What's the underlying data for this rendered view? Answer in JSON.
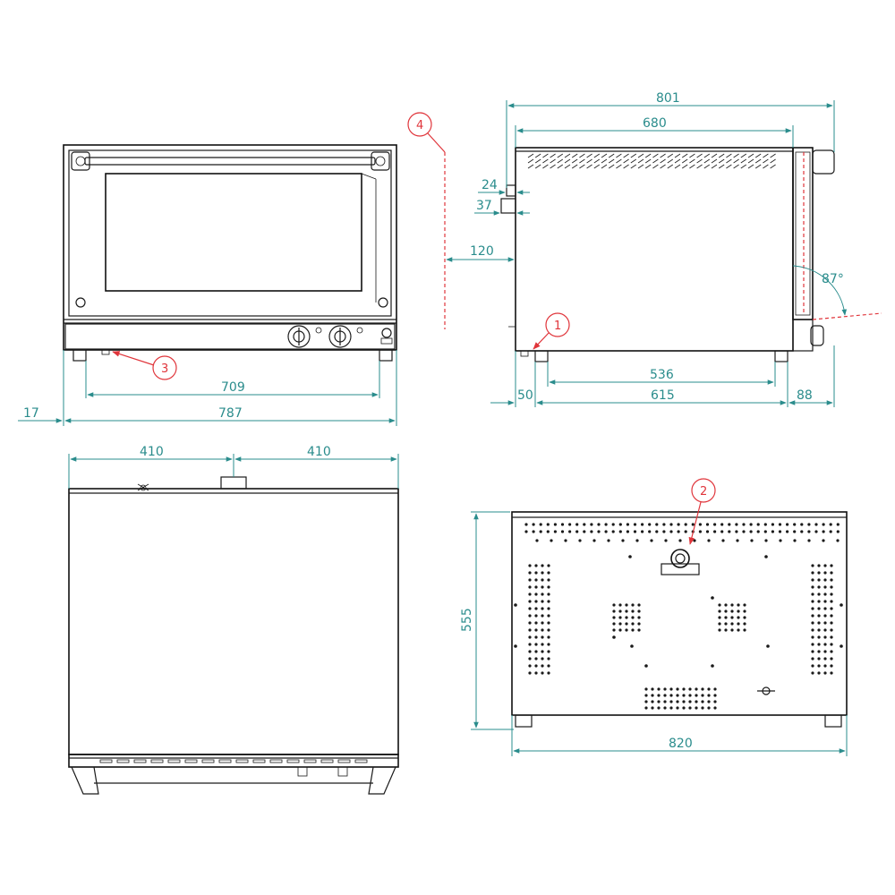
{
  "colors": {
    "dimension": "#2a8c8c",
    "callout": "#e0353b",
    "line": "#1a1a1a"
  },
  "front_view": {
    "dims": {
      "overall_width": "787",
      "feet_spacing": "709",
      "foot_offset": "17"
    },
    "callout_feet": "3"
  },
  "side_view": {
    "dims": {
      "overall_depth": "801",
      "body_depth": "680",
      "outlet_24": "24",
      "outlet_37": "37",
      "clearance": "120",
      "feet_spacing": "536",
      "left_offset": "50",
      "base_length": "615",
      "handle_depth": "88",
      "door_angle": "87°"
    },
    "callout_clearance": "4",
    "callout_connection": "1"
  },
  "top_view": {
    "dims": {
      "left_half": "410",
      "right_half": "410"
    }
  },
  "back_view": {
    "dims": {
      "height": "555",
      "width": "820"
    },
    "callout_fan": "2"
  }
}
